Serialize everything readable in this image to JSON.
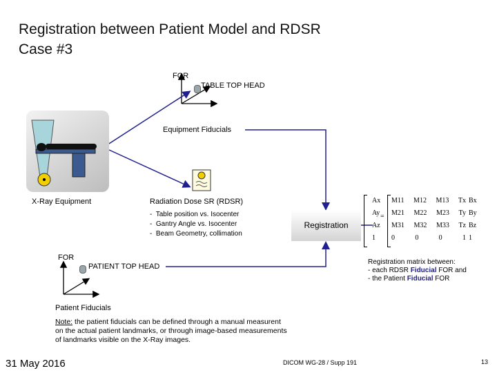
{
  "title_line1": "Registration between Patient Model and RDSR",
  "title_line2": "Case #3",
  "for_top": "FOR",
  "table_top_head": "TABLE TOP HEAD",
  "equipment_fiducials": "Equipment Fiducials",
  "xray_equipment": "X-Ray Equipment",
  "rdsr_title": "Radiation Dose SR (RDSR)",
  "rdsr_items": [
    "Table position vs. Isocenter",
    "Gantry Angle vs. Isocenter",
    "Beam Geometry, collimation"
  ],
  "registration": "Registration",
  "for_bottom": "FOR",
  "patient_top_head": "PATIENT TOP HEAD",
  "patient_fiducials": "Patient Fiducials",
  "note_label": "Note:",
  "note_text": " the patient fiducials can be defined through a manual measurent on the actual patient  landmarks, or  through image-based measurements of landmarks visible on the X-Ray images.",
  "reg_matrix_line1": "Registration matrix between:",
  "reg_matrix_line2": "- each RDSR ",
  "reg_matrix_line2b": "Fiducial",
  "reg_matrix_line2c": " FOR and",
  "reg_matrix_line3": "- the Patient ",
  "reg_matrix_line3b": "Fiducial",
  "reg_matrix_line3c": " FOR",
  "date": "31 May 2016",
  "footer": "DICOM WG-28 / Supp 191",
  "page_number": "13",
  "matrix": {
    "lhs": [
      "Ax",
      "Ay",
      "Az",
      "1"
    ],
    "rows": [
      [
        "M11",
        "M12",
        "M13",
        "Tx"
      ],
      [
        "M21",
        "M22",
        "M23",
        "Ty"
      ],
      [
        "M31",
        "M32",
        "M33",
        "Tz"
      ],
      [
        "0",
        "0",
        "0",
        "1"
      ]
    ],
    "rhs": [
      "Bx",
      "By",
      "Bz",
      "1"
    ],
    "equals": "="
  },
  "colors": {
    "arrow": "#1f1f8f",
    "origin": "#9aa7ad",
    "beam": "#a8d4dc",
    "table": "#3b5a8f"
  }
}
